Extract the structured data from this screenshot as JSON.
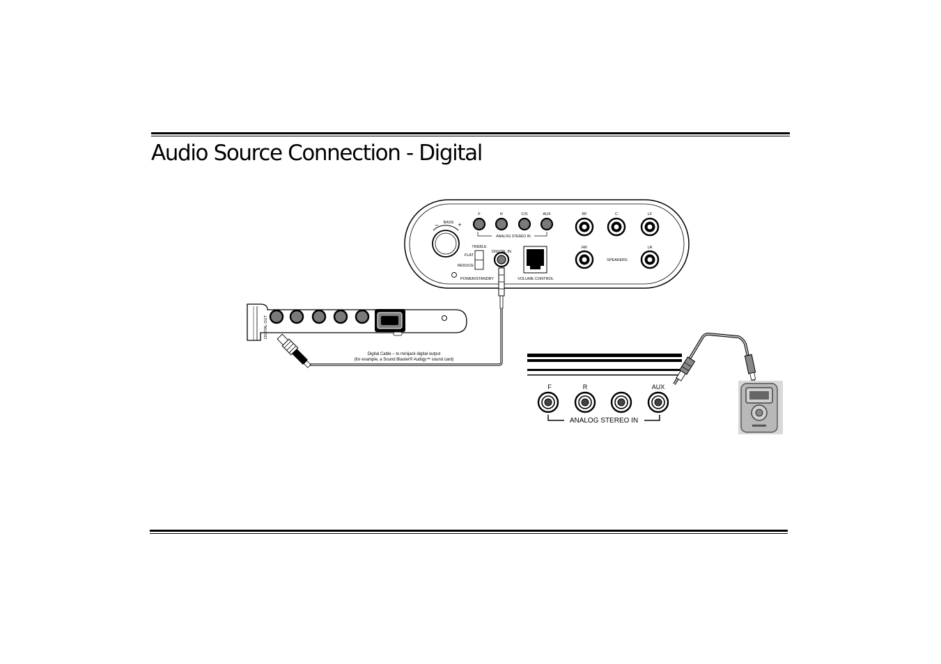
{
  "page": {
    "title": "Audio Source Connection - Digital"
  },
  "control_pod": {
    "bass_label": "BASS",
    "bass_minus": "–",
    "bass_plus": "+",
    "analog_inputs": [
      "F",
      "R",
      "C/S",
      "AUX"
    ],
    "analog_group_label": "ANALOG STEREO IN",
    "treble_label": "TREBLE",
    "flat_label": "FLAT",
    "reduce_label": "REDUCE",
    "power_label": "POWER/STANDBY",
    "digital_in_label": "DIGITAL IN",
    "volume_label": "VOLUME CONTROL",
    "speaker_outputs_top": [
      "RF",
      "C",
      "LF"
    ],
    "speaker_outputs_bottom": [
      "RR",
      "LR"
    ],
    "speakers_label": "SPEAKERS"
  },
  "sound_card": {
    "digital_out_label": "DIGITAL OUT",
    "cable_caption_line1": "Digital Cable – to minijack digital output",
    "cable_caption_line2": "(for example, a Sound Blaster® Audigy™ sound card)"
  },
  "detail_panel": {
    "inputs": [
      "F",
      "R",
      "",
      "AUX"
    ],
    "group_label": "ANALOG STEREO IN"
  },
  "colors": {
    "ink": "#000000",
    "background": "#ffffff"
  }
}
